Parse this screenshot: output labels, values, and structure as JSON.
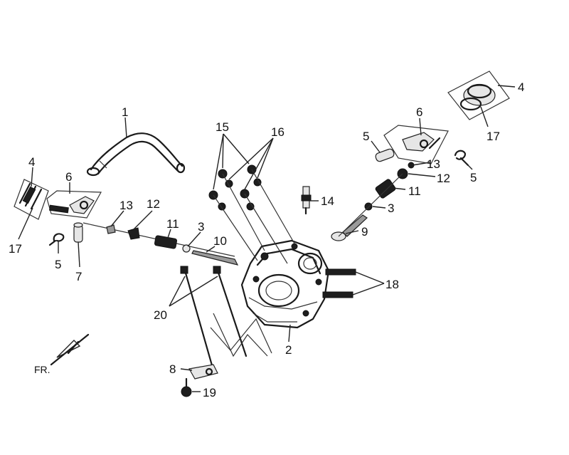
{
  "diagram": {
    "front_marker": "FR.",
    "callouts": {
      "n1": "1",
      "n2": "2",
      "n3a": "3",
      "n3b": "3",
      "n4a": "4",
      "n4b": "4",
      "n5a": "5",
      "n5b": "5",
      "n5c": "5",
      "n6a": "6",
      "n6b": "6",
      "n7": "7",
      "n8": "8",
      "n9": "9",
      "n10": "10",
      "n11a": "11",
      "n11b": "11",
      "n12a": "12",
      "n12b": "12",
      "n13a": "13",
      "n13b": "13",
      "n14": "14",
      "n15": "15",
      "n16": "16",
      "n17a": "17",
      "n17b": "17",
      "n18": "18",
      "n19": "19",
      "n20": "20"
    }
  }
}
